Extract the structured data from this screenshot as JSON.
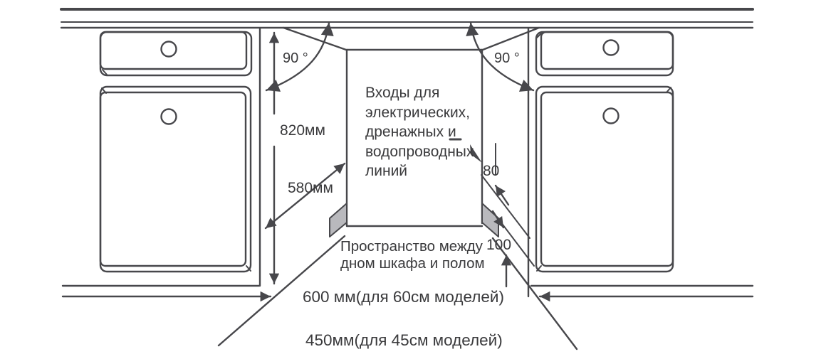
{
  "diagram": {
    "title": "Dishwasher built-in niche installation drawing",
    "labels": {
      "angle_left": "90 °",
      "angle_right": "90 °",
      "height_dim": "820мм",
      "depth_dim": "580мм",
      "inlet_offset_dim": "80",
      "plinth_gap_dim": "100",
      "inlets_note": "Входы для\nэлектрических,\nдренажных и\nводопроводных\nлиний",
      "gap_note": "Пространство между\nдном шкафа и полом",
      "width_60_dim": "600 мм(для 60см моделей)",
      "width_45_dim": "450мм(для 45см моделей)"
    },
    "colors": {
      "line": "#47474b",
      "text": "#3a3a3c",
      "panel_fill": "#b9b9bd",
      "background": "#ffffff"
    }
  }
}
